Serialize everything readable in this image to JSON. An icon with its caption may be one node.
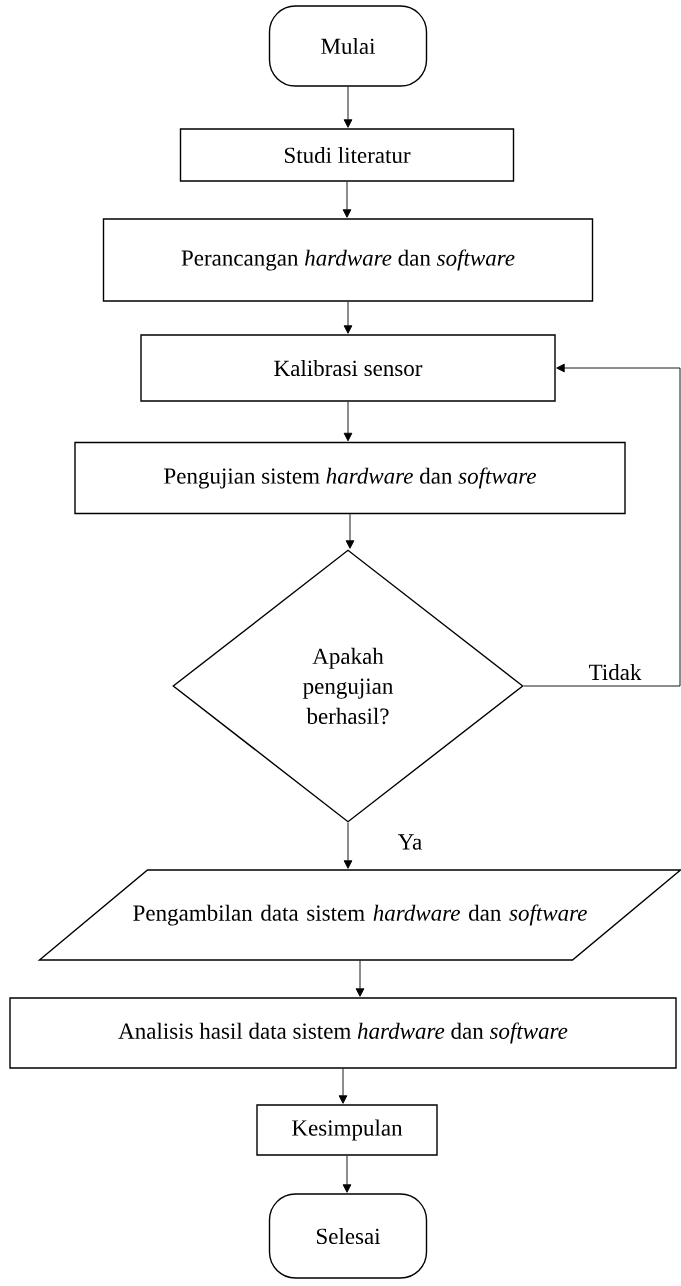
{
  "diagram": {
    "nodes": [
      {
        "text": [
          "Mulai"
        ]
      },
      {
        "text": [
          "Studi literatur"
        ]
      },
      {
        "text": [
          "Perancangan *hardware* dan *software*"
        ]
      },
      {
        "text": [
          "Kalibrasi sensor"
        ]
      },
      {
        "text": [
          "Pengujian sistem *hardware* dan *software*"
        ]
      },
      {
        "text": [
          "Apakah pengujian berhasil?"
        ]
      },
      {
        "text": [
          "Pengambilan data sistem *hardware* dan *software*"
        ]
      },
      {
        "text": [
          "Analisis hasil data sistem *hardware* dan *software*"
        ]
      },
      {
        "text": [
          "Kesimpulan"
        ]
      },
      {
        "text": [
          "Selesai"
        ]
      }
    ],
    "edges": [
      {
        "from": 0,
        "to": 1,
        "arrow": "to"
      },
      {
        "from": 1,
        "to": 2,
        "arrow": "to"
      },
      {
        "from": 2,
        "to": 3,
        "arrow": "to"
      },
      {
        "from": 3,
        "to": 4,
        "arrow": "to"
      },
      {
        "from": 4,
        "to": 5,
        "arrow": "to"
      },
      {
        "from": 5,
        "to": 3,
        "arrow": "to",
        "label": "Tidak"
      },
      {
        "from": 5,
        "to": 6,
        "arrow": "to",
        "label": "Ya"
      },
      {
        "from": 6,
        "to": 7,
        "arrow": "to"
      },
      {
        "from": 7,
        "to": 8,
        "arrow": "to"
      },
      {
        "from": 8,
        "to": 9,
        "arrow": "to"
      }
    ]
  }
}
